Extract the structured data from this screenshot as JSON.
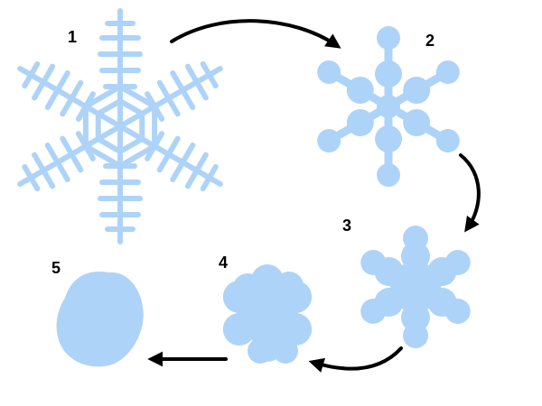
{
  "colors": {
    "flake": "#aed3f8",
    "arrow": "#000000",
    "background": "#ffffff"
  },
  "stages": [
    {
      "label": "1",
      "form": "dendritic-snowflake"
    },
    {
      "label": "2",
      "form": "rimed-snowflake"
    },
    {
      "label": "3",
      "form": "heavily-rimed-snowflake"
    },
    {
      "label": "4",
      "form": "graupel-cluster"
    },
    {
      "label": "5",
      "form": "graupel-pellet"
    }
  ],
  "arrows": [
    {
      "from": "1",
      "to": "2"
    },
    {
      "from": "2",
      "to": "3"
    },
    {
      "from": "3",
      "to": "4"
    },
    {
      "from": "4",
      "to": "5"
    }
  ]
}
